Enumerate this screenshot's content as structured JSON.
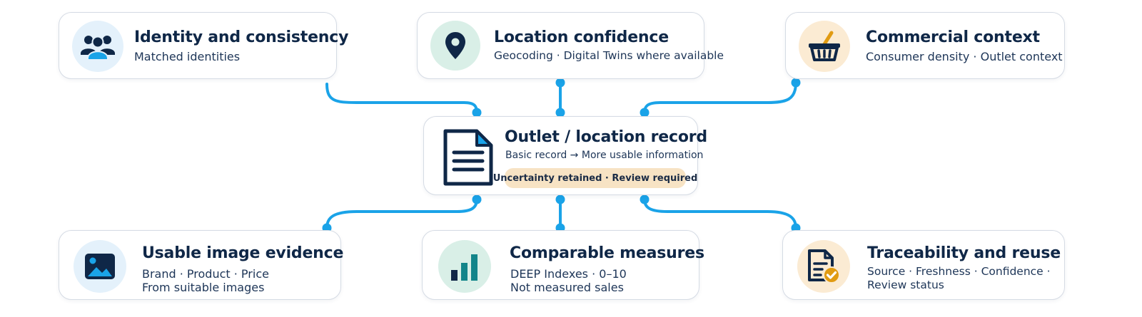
{
  "center": {
    "title": "Outlet / location record",
    "subtitle": "Basic record → More usable information",
    "badge": "Uncertainty retained · Review required",
    "icon": "document-icon"
  },
  "nodes": [
    {
      "id": "identity",
      "title": "Identity and consistency",
      "lines": [
        "Matched identities"
      ],
      "icon": "users-icon",
      "icon_bg": "#e4f1fb"
    },
    {
      "id": "location",
      "title": "Location confidence",
      "lines": [
        "Geocoding · Digital Twins where available"
      ],
      "icon": "map-pin-icon",
      "icon_bg": "#d9efe7"
    },
    {
      "id": "commercial",
      "title": "Commercial context",
      "lines": [
        "Consumer density · Outlet context"
      ],
      "icon": "basket-icon",
      "icon_bg": "#fbebd3"
    },
    {
      "id": "image",
      "title": "Usable image evidence",
      "lines": [
        "Brand · Product · Price",
        "From suitable images"
      ],
      "icon": "image-icon",
      "icon_bg": "#e4f1fb"
    },
    {
      "id": "measures",
      "title": "Comparable measures",
      "lines": [
        "DEEP Indexes · 0–10",
        "Not measured sales"
      ],
      "icon": "bar-chart-icon",
      "icon_bg": "#d9efe7"
    },
    {
      "id": "trace",
      "title": "Traceability and reuse",
      "lines": [
        "Source · Freshness · Confidence ·",
        "Review status"
      ],
      "icon": "verified-document-icon",
      "icon_bg": "#fbebd3"
    }
  ],
  "colors": {
    "connector": "#1aa3e8",
    "navy": "#0f2747",
    "teal": "#13858a",
    "gold": "#e19b12",
    "badge_bg": "#f7e3c4"
  }
}
